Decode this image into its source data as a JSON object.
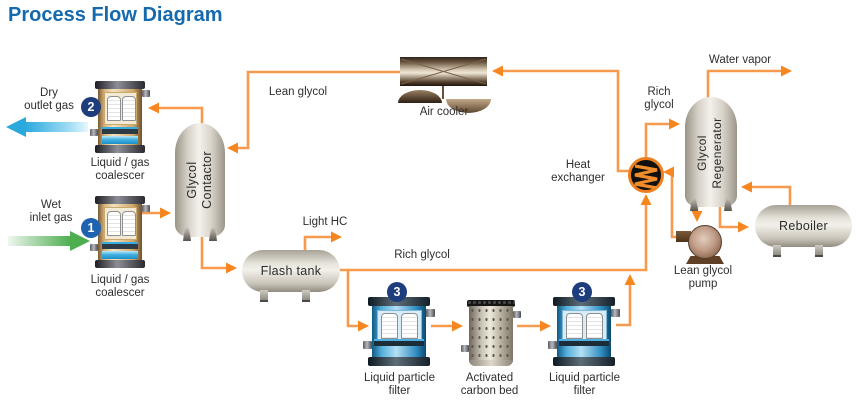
{
  "title": "Process Flow Diagram",
  "colors": {
    "title_blue": "#1569ad",
    "flow_line_orange": "#f79a4e",
    "arrowhead_orange": "#f6861f",
    "badge_navy": "#1e3d7d",
    "badge_blue": "#1e62b0",
    "dry_gas_blue": "#2aa9dd",
    "wet_gas_green": "#4cae4f",
    "label_gray": "#2f2f2f"
  },
  "streams": {
    "dry_outlet_gas": [
      "Dry",
      "outlet gas"
    ],
    "wet_inlet_gas": [
      "Wet",
      "inlet gas"
    ],
    "lean_glycol": "Lean glycol",
    "light_hc": "Light HC",
    "rich_glycol_mid": "Rich glycol",
    "rich_glycol_top": [
      "Rich",
      "glycol"
    ],
    "water_vapor": "Water vapor"
  },
  "equipment": {
    "coalescer_top": {
      "badge": "2",
      "label": [
        "Liquid / gas",
        "coalescer"
      ]
    },
    "coalescer_bottom": {
      "badge": "1",
      "label": [
        "Liquid / gas",
        "coalescer"
      ]
    },
    "glycol_contactor": {
      "label": [
        "Glycol",
        "Contactor"
      ]
    },
    "flash_tank": {
      "label": "Flash tank"
    },
    "air_cooler": {
      "label": "Air cooler"
    },
    "filter_left": {
      "badge": "3",
      "label": [
        "Liquid particle",
        "filter"
      ]
    },
    "carbon_bed": {
      "label": [
        "Activated",
        "carbon bed"
      ]
    },
    "filter_right": {
      "badge": "3",
      "label": [
        "Liquid particle",
        "filter"
      ]
    },
    "heat_exchanger": {
      "label": [
        "Heat",
        "exchanger"
      ]
    },
    "glycol_regenerator": {
      "label": [
        "Glycol",
        "Regenerator"
      ]
    },
    "reboiler": {
      "label": "Reboiler"
    },
    "lean_glycol_pump": {
      "label": [
        "Lean glycol",
        "pump"
      ]
    }
  }
}
